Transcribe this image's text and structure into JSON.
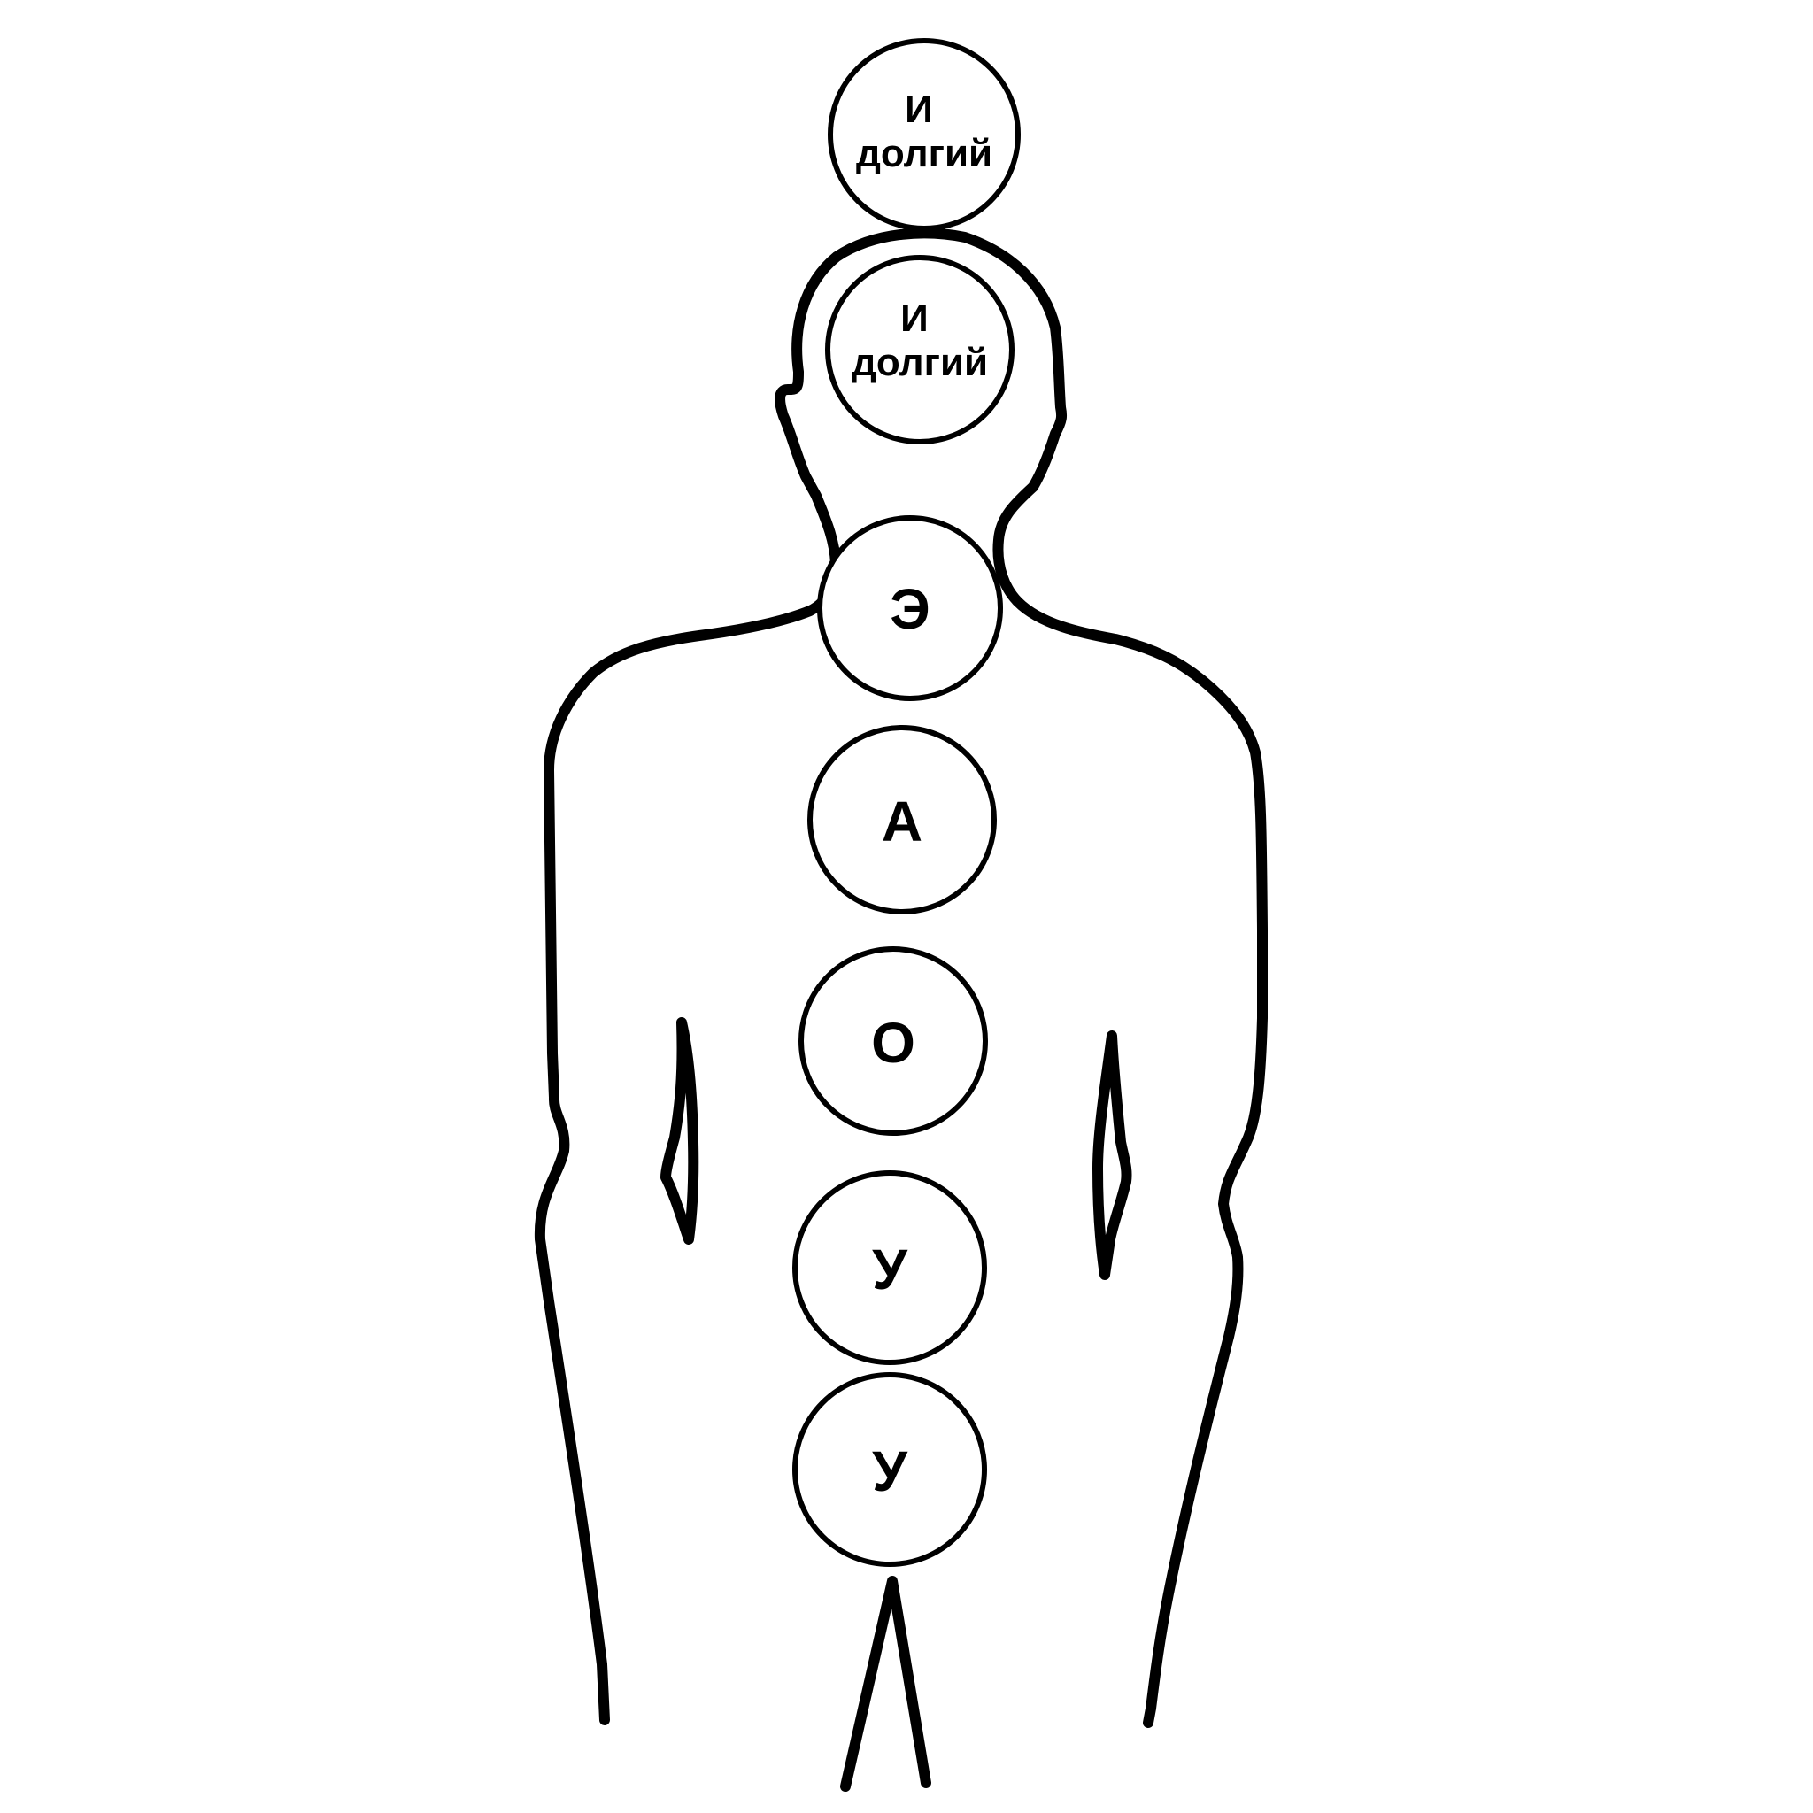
{
  "colors": {
    "background": "#ffffff",
    "stroke": "#000000"
  },
  "chakras": [
    {
      "id": "crown",
      "lines": [
        "И",
        "долгий"
      ]
    },
    {
      "id": "head",
      "lines": [
        "И",
        "долгий"
      ]
    },
    {
      "id": "throat",
      "lines": [
        "Э"
      ]
    },
    {
      "id": "heart",
      "lines": [
        "А"
      ]
    },
    {
      "id": "solar",
      "lines": [
        "О"
      ]
    },
    {
      "id": "sacral",
      "lines": [
        "У"
      ]
    },
    {
      "id": "root",
      "lines": [
        "У"
      ]
    }
  ]
}
